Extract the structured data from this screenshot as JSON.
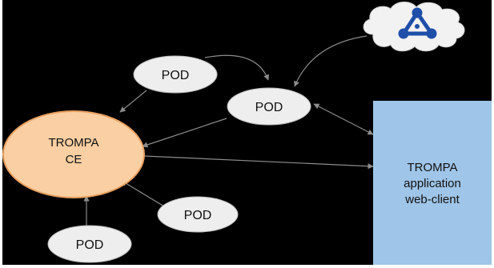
{
  "diagram": {
    "background_color": "#000000",
    "colors": {
      "pod_fill": "#eeeeee",
      "pod_stroke": "#bdbdbd",
      "ce_fill": "#f9cfa3",
      "ce_stroke": "#e8a060",
      "client_fill": "#9fc5e8",
      "cloud_fill": "#f2f2f2",
      "cloud_icon": "#1f4fa8",
      "edge": "#8c8c8c"
    },
    "nodes": {
      "pod_top": {
        "label": "POD"
      },
      "pod_center": {
        "label": "POD"
      },
      "pod_lower_right": {
        "label": "POD"
      },
      "pod_bottom_left": {
        "label": "POD"
      },
      "trompa_ce": {
        "line1": "TROMPA",
        "line2": "CE"
      },
      "web_client": {
        "line1": "TROMPA",
        "line2": "application",
        "line3": "web-client"
      },
      "cloud": {
        "icon": "linked-data-graph-icon"
      }
    }
  }
}
